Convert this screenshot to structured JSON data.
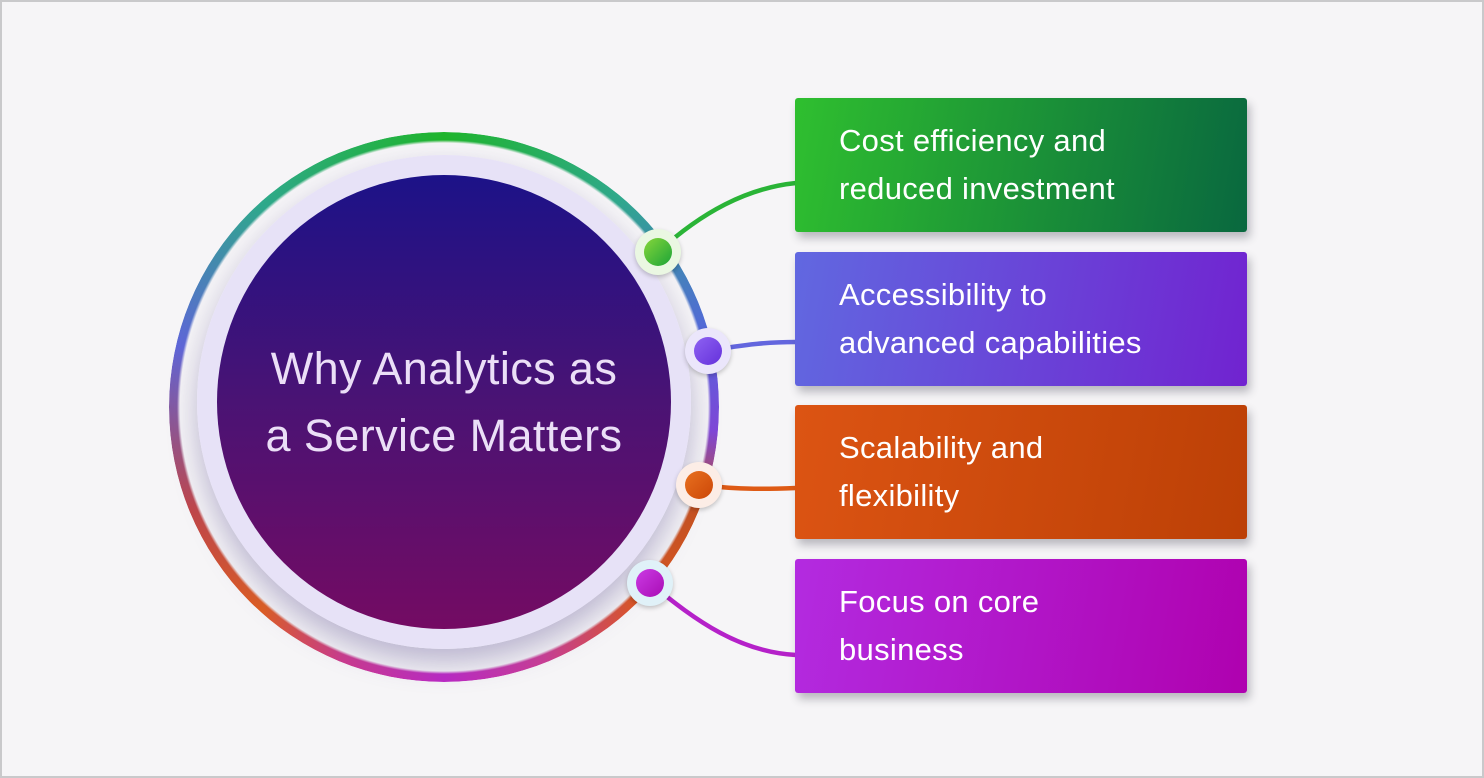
{
  "frame": {
    "background": "#F6F5F7",
    "border_color": "#C9C9CB"
  },
  "center": {
    "title_lines": [
      "Why Analytics as",
      "a Service Matters"
    ],
    "title_color": "#EBDFF7",
    "circle_gradient": [
      "#1C1288",
      "#4A1374",
      "#740B63"
    ],
    "disc_gradient": [
      "#E7E2F7",
      "#FDFCFE"
    ],
    "ring_stops": [
      [
        0,
        "#1FB42C"
      ],
      [
        40,
        "#2FA98C"
      ],
      [
        75,
        "#5566DD"
      ],
      [
        95,
        "#7F46D8"
      ],
      [
        112,
        "#C6511F"
      ],
      [
        135,
        "#DC5620"
      ],
      [
        158,
        "#CB3D93"
      ],
      [
        180,
        "#BC27C5"
      ],
      [
        202,
        "#CC3A8C"
      ],
      [
        222,
        "#DE5D20"
      ],
      [
        248,
        "#C04549"
      ],
      [
        283,
        "#5E66D8"
      ],
      [
        318,
        "#2FA98C"
      ],
      [
        360,
        "#1FB42C"
      ]
    ]
  },
  "items": [
    {
      "label_lines": [
        "Cost efficiency and",
        "reduced investment"
      ],
      "box_gradient": [
        "#2FBF2F",
        "#09683F"
      ],
      "dot_gradient": [
        "#86D63A",
        "#1CA438"
      ],
      "halo": "#EAF7E2",
      "line_color": "#2AB437"
    },
    {
      "label_lines": [
        "Accessibility to",
        "advanced capabilities"
      ],
      "box_gradient": [
        "#6168E0",
        "#7123D0"
      ],
      "dot_gradient": [
        "#8E62F2",
        "#6531DB"
      ],
      "halo": "#EBE6FB",
      "line_color": "#6366DE"
    },
    {
      "label_lines": [
        "Scalability and",
        "flexibility"
      ],
      "box_gradient": [
        "#DC5413",
        "#BC4006"
      ],
      "dot_gradient": [
        "#E8701F",
        "#CC4708"
      ],
      "halo": "#FCEDE6",
      "line_color": "#DE5A15"
    },
    {
      "label_lines": [
        "Focus on core",
        "business"
      ],
      "box_gradient": [
        "#B32BE0",
        "#AF01AF"
      ],
      "dot_gradient": [
        "#CB3BE4",
        "#A90DB5"
      ],
      "halo": "#E0F1F8",
      "line_color": "#B521C9"
    }
  ]
}
